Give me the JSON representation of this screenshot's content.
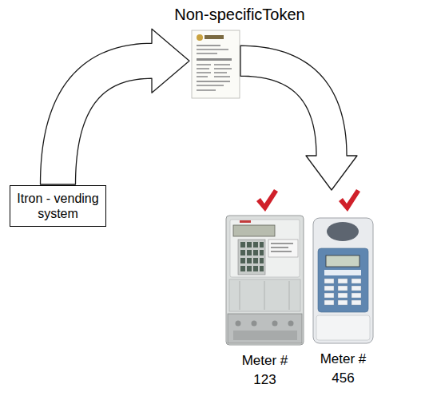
{
  "diagram": {
    "nodes": [
      {
        "text": [
          "Itron - vending system"
        ]
      },
      {
        "text": [
          "Non-specificToken"
        ]
      },
      {
        "text": [
          "Meter # 123"
        ]
      },
      {
        "text": [
          "Meter # 456"
        ]
      }
    ],
    "edges": [
      {
        "from": 0,
        "to": 1,
        "arrow": "to"
      },
      {
        "from": 1,
        "to": 3,
        "arrow": "to"
      }
    ]
  }
}
